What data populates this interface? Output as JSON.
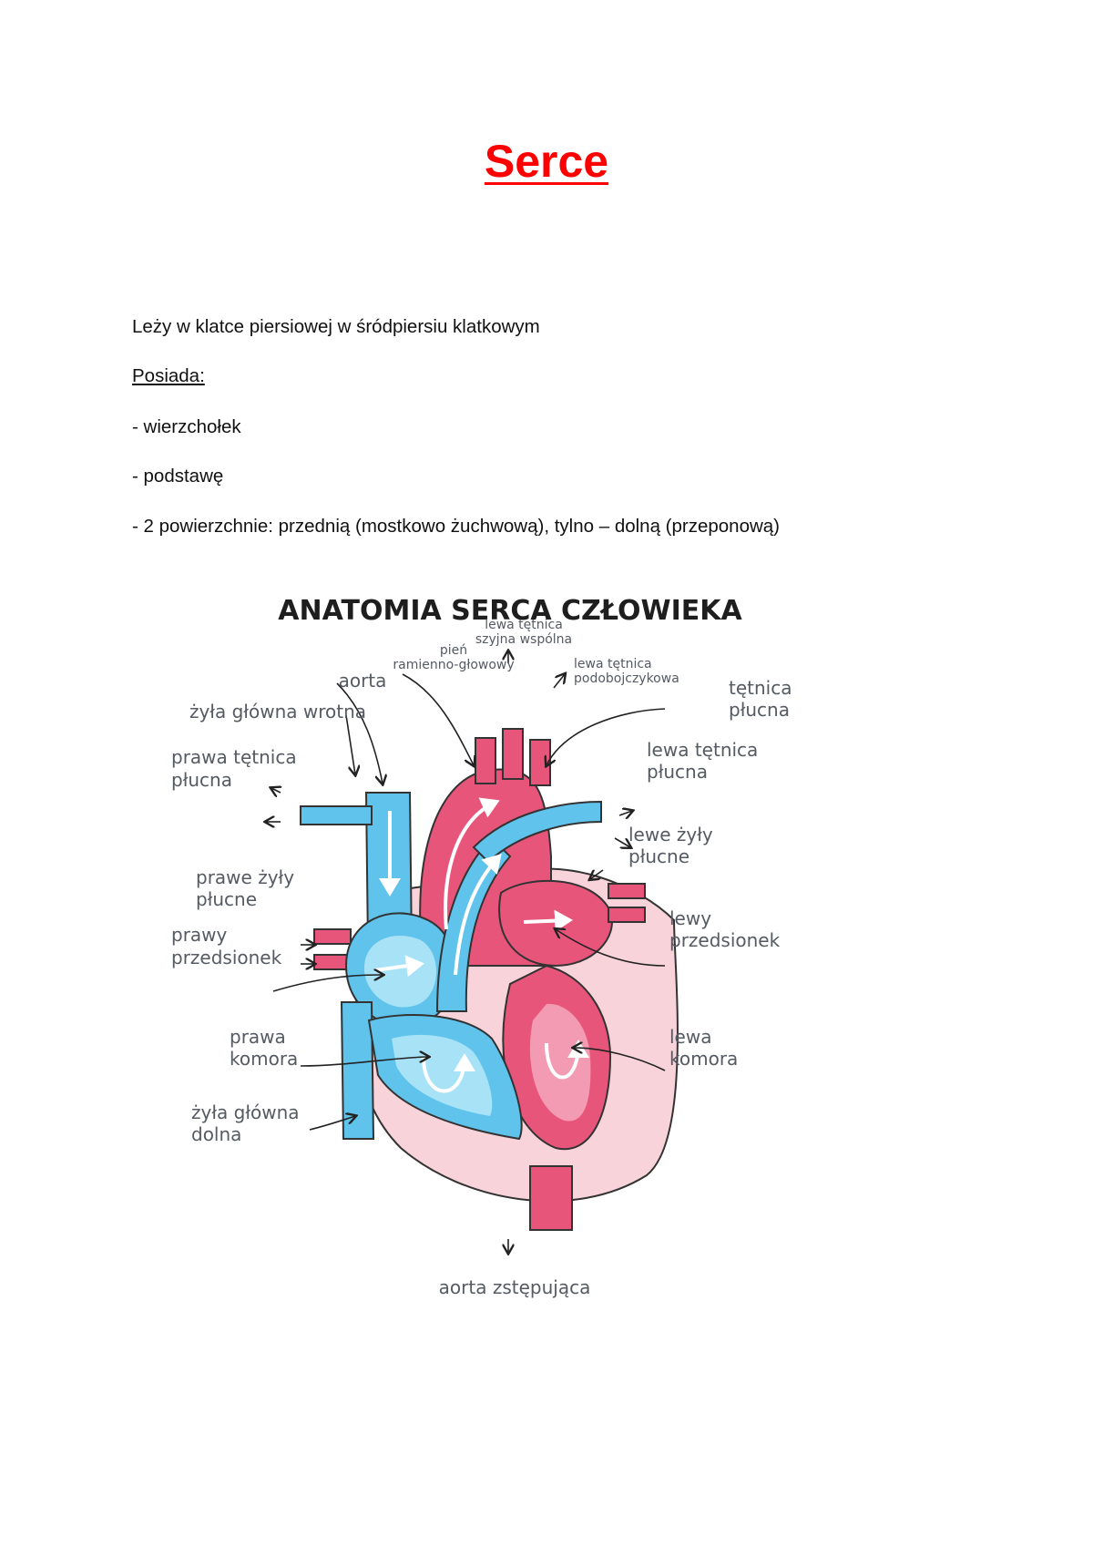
{
  "document": {
    "title": "Serce",
    "intro": "Leży w klatce piersiowej w śródpiersiu klatkowym",
    "has_heading": "Posiada:",
    "items": [
      "- wierzchołek",
      "- podstawę",
      "- 2 powierzchnie: przednią (mostkowo żuchwową), tylno – dolną (przeponową)"
    ]
  },
  "figure": {
    "title": "ANATOMIA SERCA CZŁOWIEKA",
    "labels": {
      "lewa_tetnica_szyjna_1": "lewa tętnica",
      "lewa_tetnica_szyjna_2": "szyjna wspólna",
      "pien_1": "pień",
      "pien_2": "ramienno-głowowy",
      "lewa_podobojczykowa_1": "lewa tętnica",
      "lewa_podobojczykowa_2": "podobojczykowa",
      "aorta": "aorta",
      "tetnica_plucna_1": "tętnica",
      "tetnica_plucna_2": "płucna",
      "zyla_gorna": "żyła główna wrotna",
      "prawa_tetnica_1": "prawa tętnica",
      "prawa_tetnica_2": "płucna",
      "lewa_tetnica_plucna_1": "lewa tętnica",
      "lewa_tetnica_plucna_2": "płucna",
      "lewe_zyly_1": "lewe żyły",
      "lewe_zyly_2": "płucne",
      "prawe_zyly_1": "prawe żyły",
      "prawe_zyly_2": "płucne",
      "lewy_przedsionek_1": "lewy",
      "lewy_przedsionek_2": "przedsionek",
      "prawy_przedsionek_1": "prawy",
      "prawy_przedsionek_2": "przedsionek",
      "prawa_komora_1": "prawa",
      "prawa_komora_2": "komora",
      "lewa_komora_1": "lewa",
      "lewa_komora_2": "komora",
      "zyla_dolna_1": "żyła główna",
      "zyla_dolna_2": "dolna",
      "aorta_zstepujaca": "aorta zstępująca"
    },
    "colors": {
      "venous_blue": "#5fc3ec",
      "venous_light": "#a8e2f7",
      "arterial_pink": "#e8557a",
      "arterial_light": "#f39bb2",
      "wall_pink": "#f8d3da",
      "label_gray": "#555a63"
    }
  }
}
